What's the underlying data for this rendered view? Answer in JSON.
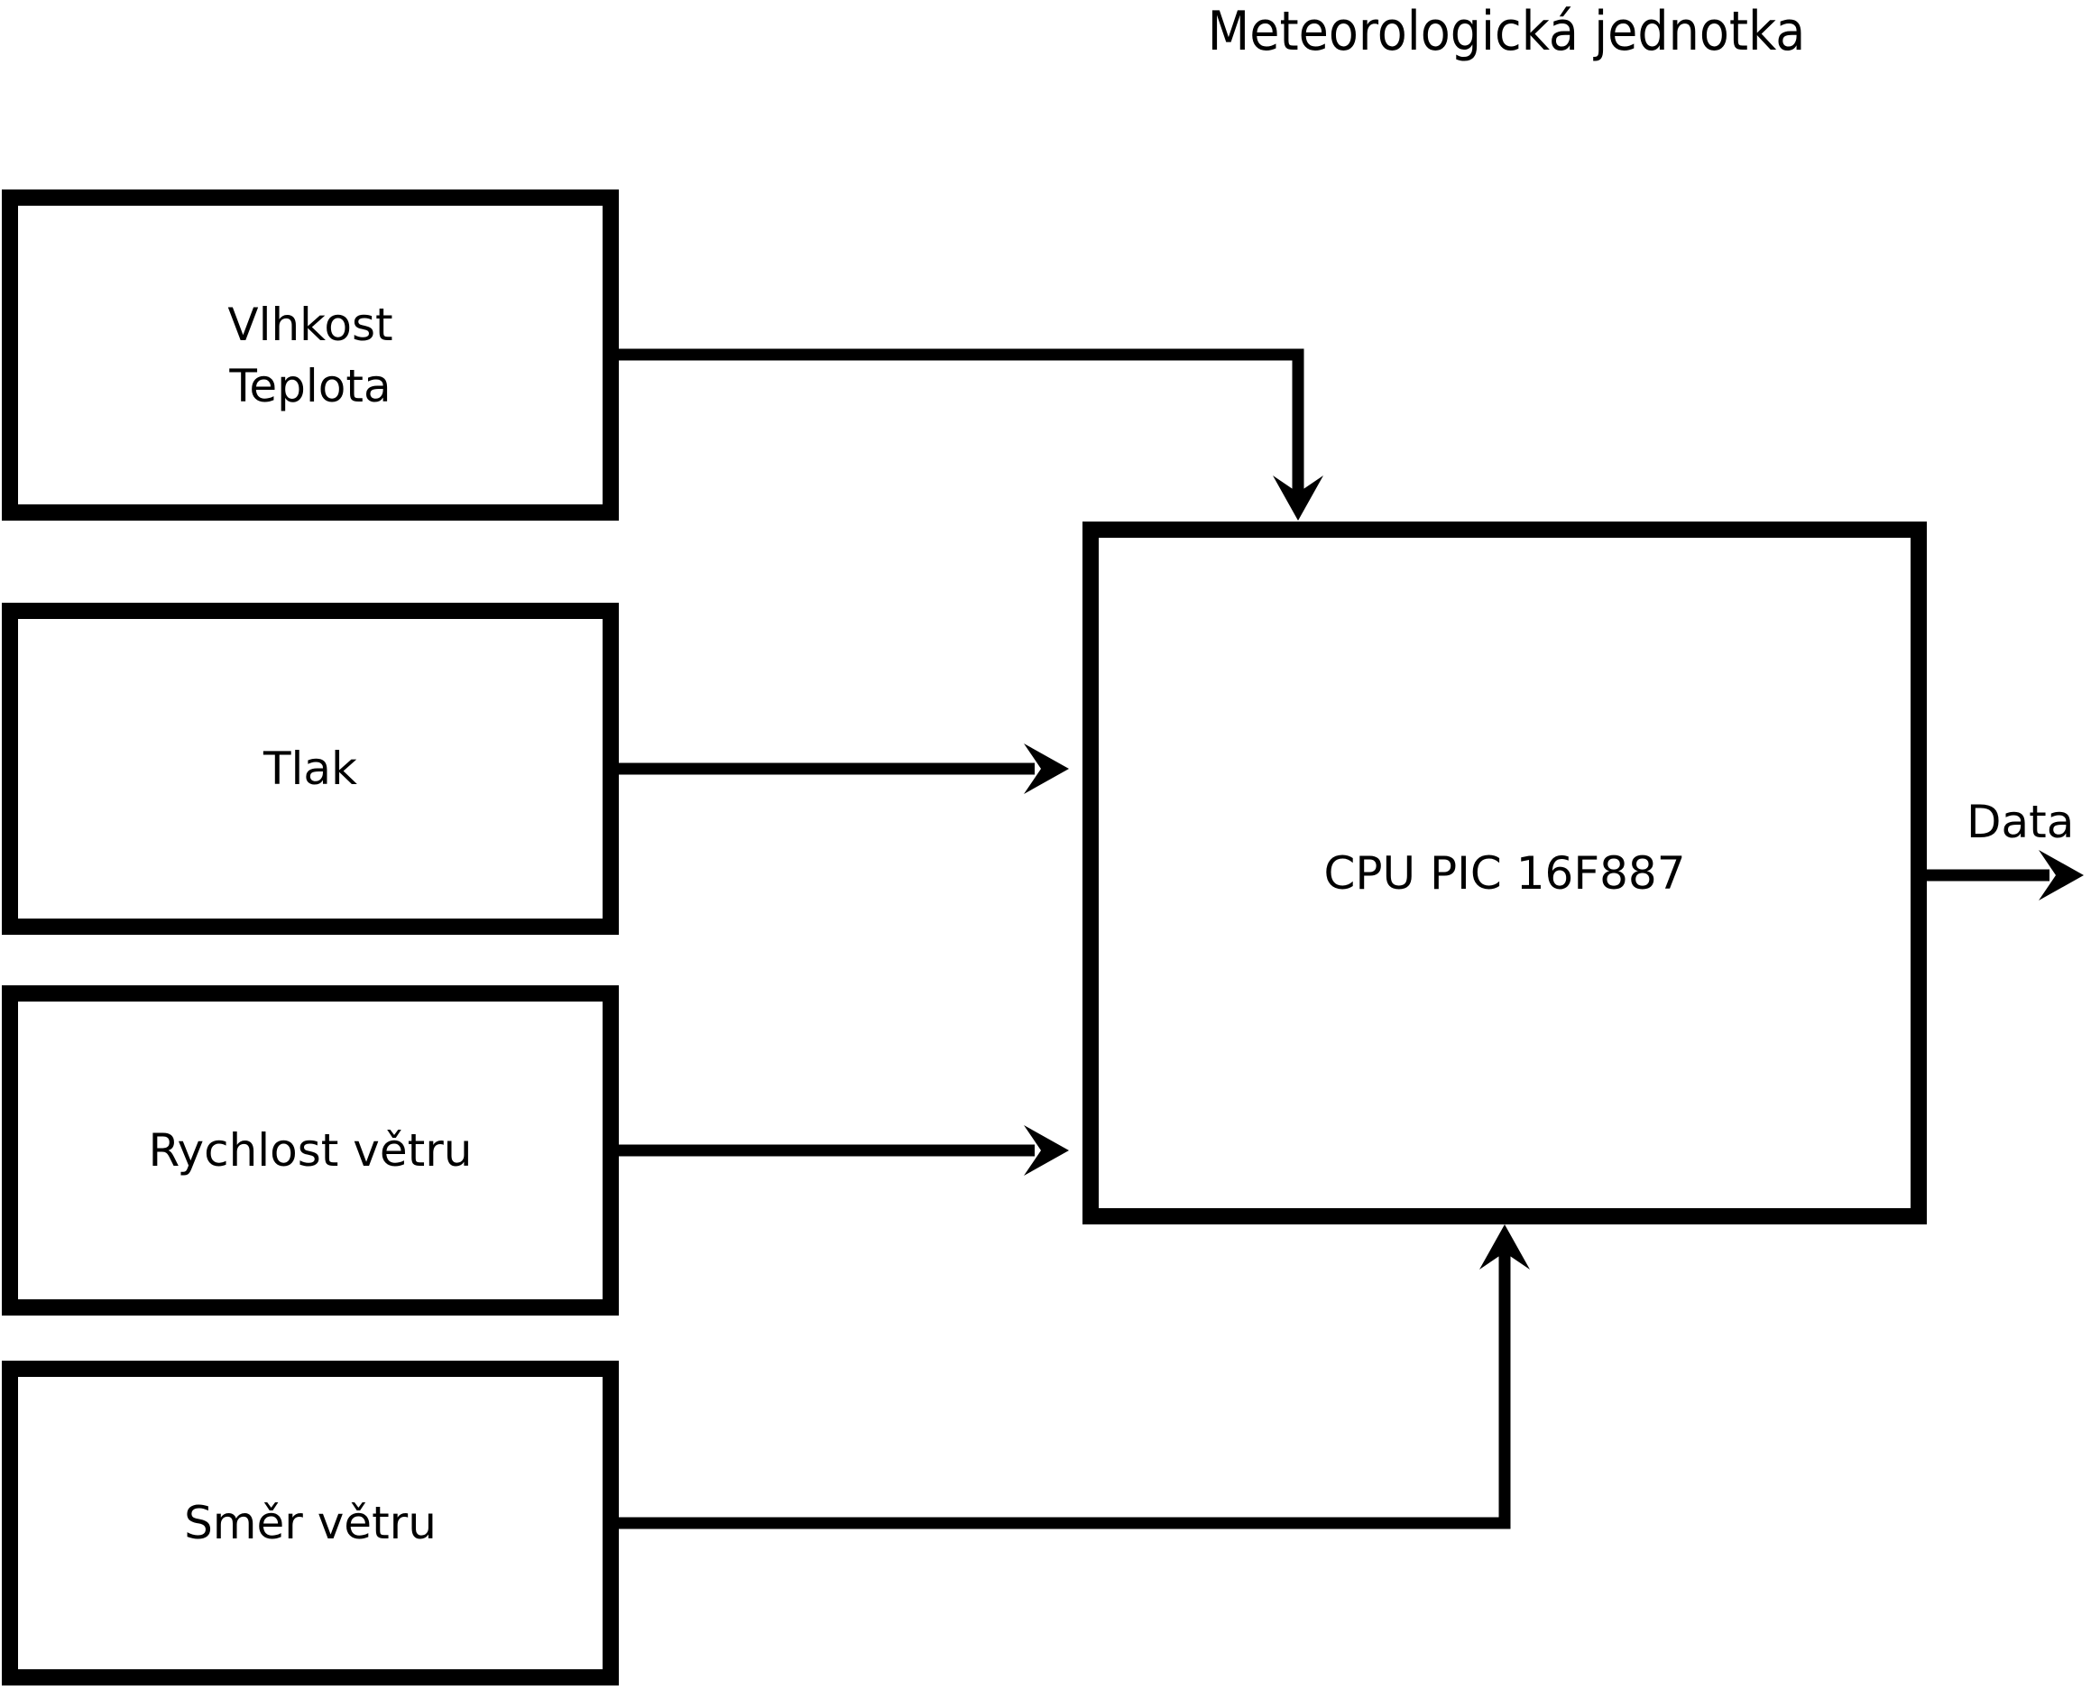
{
  "title": "Meteorologická jednotka",
  "sensors": [
    {
      "id": "vlhkost-teplota",
      "lines": [
        "Vlhkost",
        "Teplota"
      ]
    },
    {
      "id": "tlak",
      "lines": [
        "Tlak",
        ""
      ]
    },
    {
      "id": "rychlost-vetru",
      "lines": [
        "Rychlost větru",
        ""
      ]
    },
    {
      "id": "smer-vetru",
      "lines": [
        "Směr větru",
        ""
      ]
    }
  ],
  "cpu": {
    "label": "CPU PIC 16F887"
  },
  "output": {
    "label": "Data"
  },
  "connections": [
    {
      "from": "Vlhkost / Teplota",
      "to": "CPU PIC 16F887",
      "enters": "top"
    },
    {
      "from": "Tlak",
      "to": "CPU PIC 16F887",
      "enters": "left"
    },
    {
      "from": "Rychlost větru",
      "to": "CPU PIC 16F887",
      "enters": "left"
    },
    {
      "from": "Směr větru",
      "to": "CPU PIC 16F887",
      "enters": "bottom"
    },
    {
      "from": "CPU PIC 16F887",
      "to": "Data",
      "exits": "right"
    }
  ],
  "colors": {
    "ink": "#000000",
    "paper": "#ffffff"
  }
}
